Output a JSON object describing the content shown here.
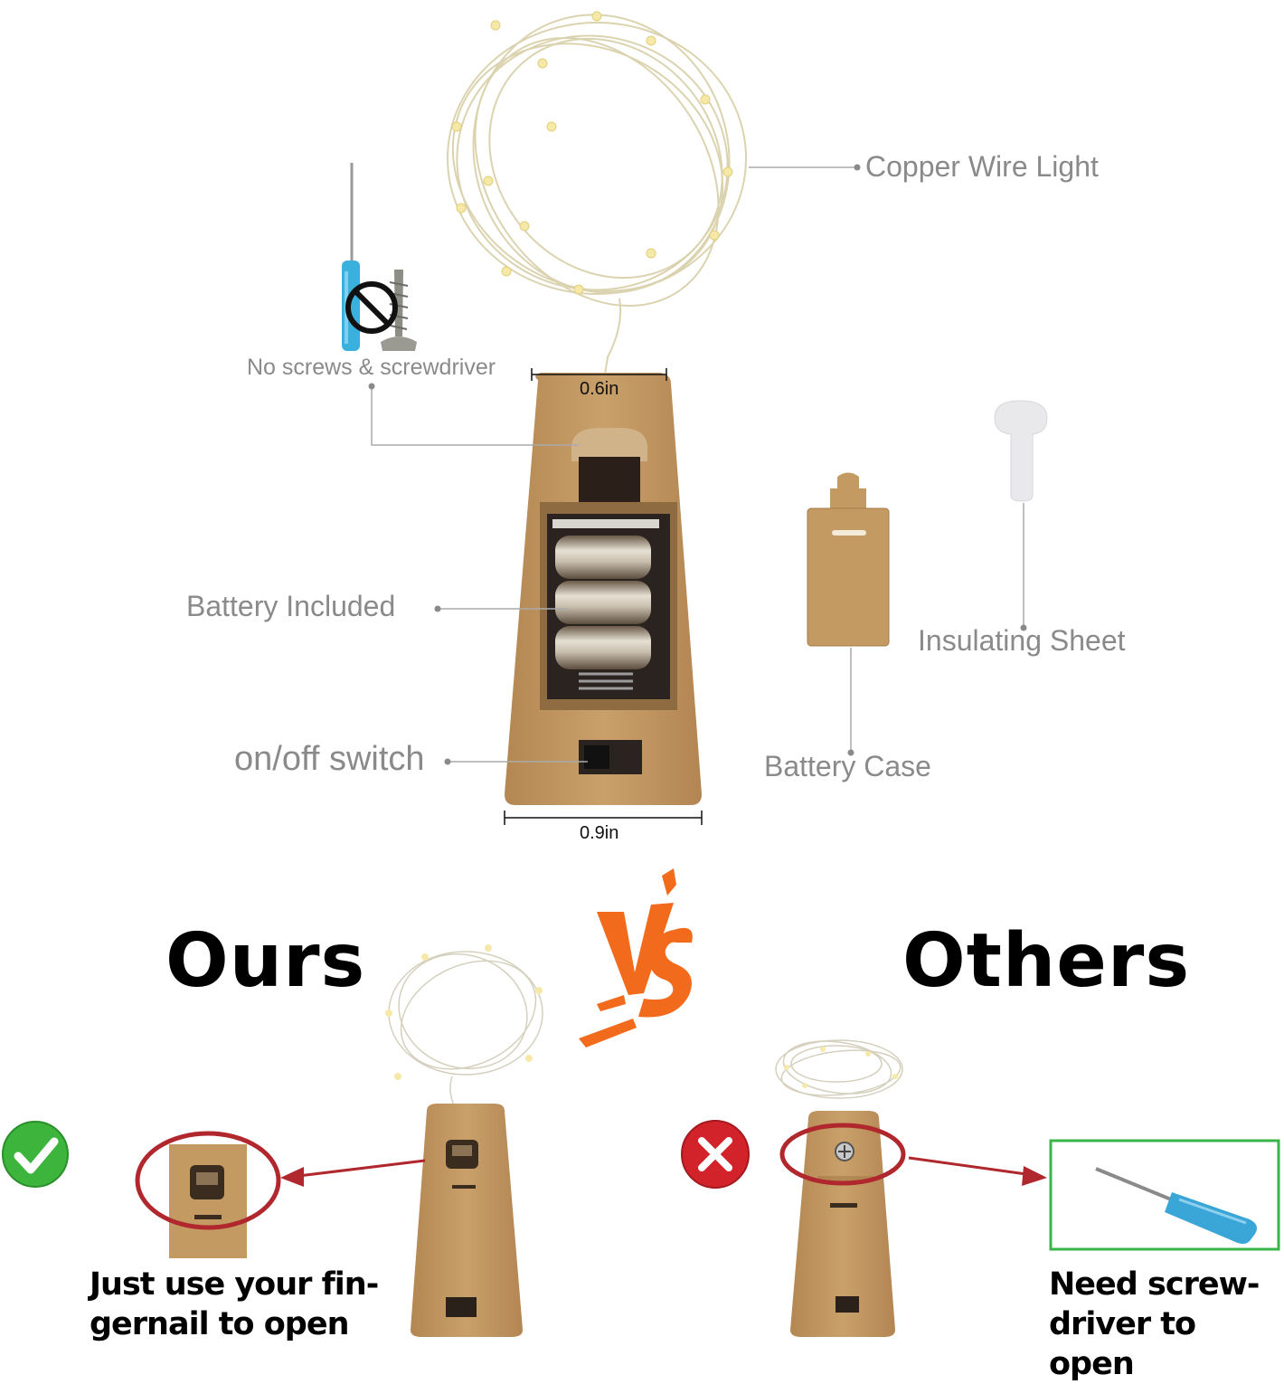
{
  "labels": {
    "copper_wire_light": "Copper Wire Light",
    "no_screws": "No screws & screwdriver",
    "battery_included": "Battery  Included",
    "on_off_switch": "on/off switch",
    "insulating_sheet": "Insulating Sheet",
    "battery_case": "Battery Case"
  },
  "dimensions": {
    "top_width": "0.6in",
    "bottom_width": "0.9in"
  },
  "comparison": {
    "left_title": "Ours",
    "vs": "VS",
    "right_title": "Others",
    "left_caption_line1": "Just use your fin-",
    "left_caption_line2": "gernail  to open",
    "right_caption_line1": "Need screw-",
    "right_caption_line2": "driver to open"
  },
  "colors": {
    "cork": "#c49a63",
    "cork_dark": "#a57c47",
    "vs_orange": "#f26a1b",
    "check_green": "#3db53d",
    "cross_red": "#d3232a",
    "circle_red": "#b0272d",
    "box_green": "#3ab54a",
    "screwdriver_blue": "#3aa6d8"
  },
  "icons": [
    "check-icon",
    "cross-icon",
    "no-sign-icon",
    "screwdriver-icon",
    "screw-icon"
  ]
}
